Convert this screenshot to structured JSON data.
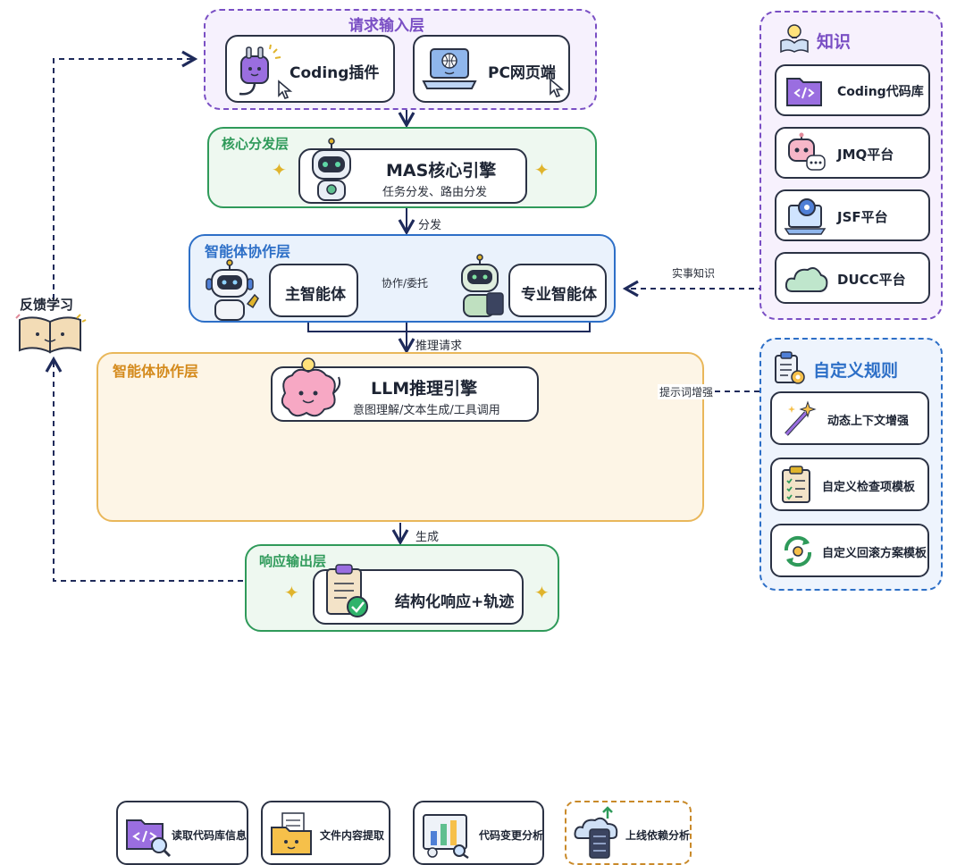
{
  "layers": {
    "input": {
      "title": "请求输入层",
      "items": [
        "Coding插件",
        "PC网页端"
      ]
    },
    "dispatch": {
      "title": "核心分发层",
      "engine": "MAS核心引擎",
      "engine_sub": "任务分发、路由分发"
    },
    "agent": {
      "title": "智能体协作层",
      "main": "主智能体",
      "special": "专业智能体",
      "link": "协作/委托"
    },
    "llm": {
      "title": "智能体协作层",
      "engine": "LLM推理引擎",
      "engine_sub": "意图理解/文本生成/工具调用",
      "tools": [
        "读取代码库信息",
        "文件内容提取",
        "代码变更分析",
        "上线依赖分析"
      ]
    },
    "output": {
      "title": "响应输出层",
      "item": "结构化响应+轨迹"
    }
  },
  "arrows": {
    "dispatch": "分发",
    "infer": "推理请求",
    "generate": "生成",
    "facts": "实事知识",
    "prompt": "提示词增强"
  },
  "feedback": {
    "label": "反馈学习"
  },
  "knowledge": {
    "title": "知识",
    "items": [
      "Coding代码库",
      "JMQ平台",
      "JSF平台",
      "DUCC平台"
    ]
  },
  "rules": {
    "title": "自定义规则",
    "items": [
      "动态上下文增强",
      "自定义检查项模板",
      "自定义回滚方案模板"
    ]
  },
  "colors": {
    "purple": "#7a4fc4",
    "green": "#2f9a5a",
    "blue": "#2d6fc7",
    "orange": "#e09a2c",
    "navy": "#1e2a5a"
  }
}
